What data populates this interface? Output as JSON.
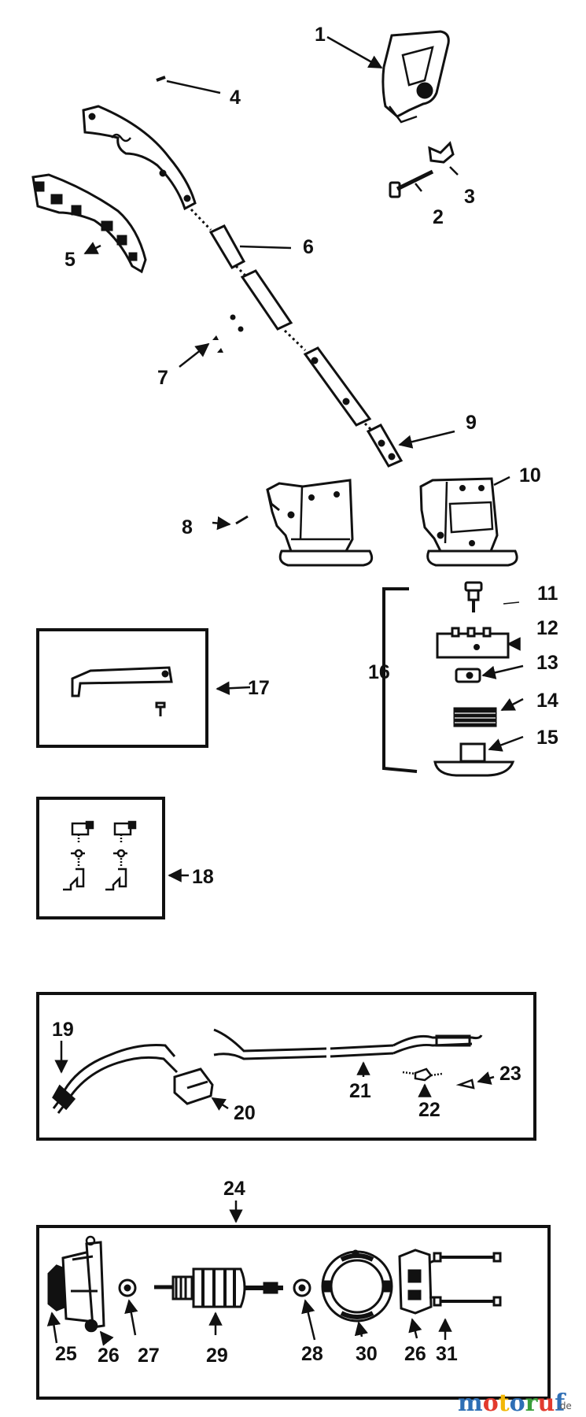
{
  "labels": {
    "l1": "1",
    "l2": "2",
    "l3": "3",
    "l4": "4",
    "l5": "5",
    "l6": "6",
    "l7": "7",
    "l8": "8",
    "l9": "9",
    "l10": "10",
    "l11": "11",
    "l12": "12",
    "l13": "13",
    "l14": "14",
    "l15": "15",
    "l16": "16",
    "l17": "17",
    "l18": "18",
    "l19": "19",
    "l20": "20",
    "l21": "21",
    "l22": "22",
    "l23": "23",
    "l24": "24",
    "l25": "25",
    "l26a": "26",
    "l27": "27",
    "l28": "28",
    "l29": "29",
    "l30": "30",
    "l26b": "26",
    "l31": "31"
  },
  "watermark": {
    "letters": [
      "m",
      "o",
      "t",
      "o",
      "r",
      "u",
      "f"
    ],
    "suffix": ".de",
    "colors": [
      "#2f6fb5",
      "#e23b2e",
      "#f2b705",
      "#2f6fb5",
      "#3a9e3a",
      "#e23b2e",
      "#2f6fb5"
    ]
  }
}
